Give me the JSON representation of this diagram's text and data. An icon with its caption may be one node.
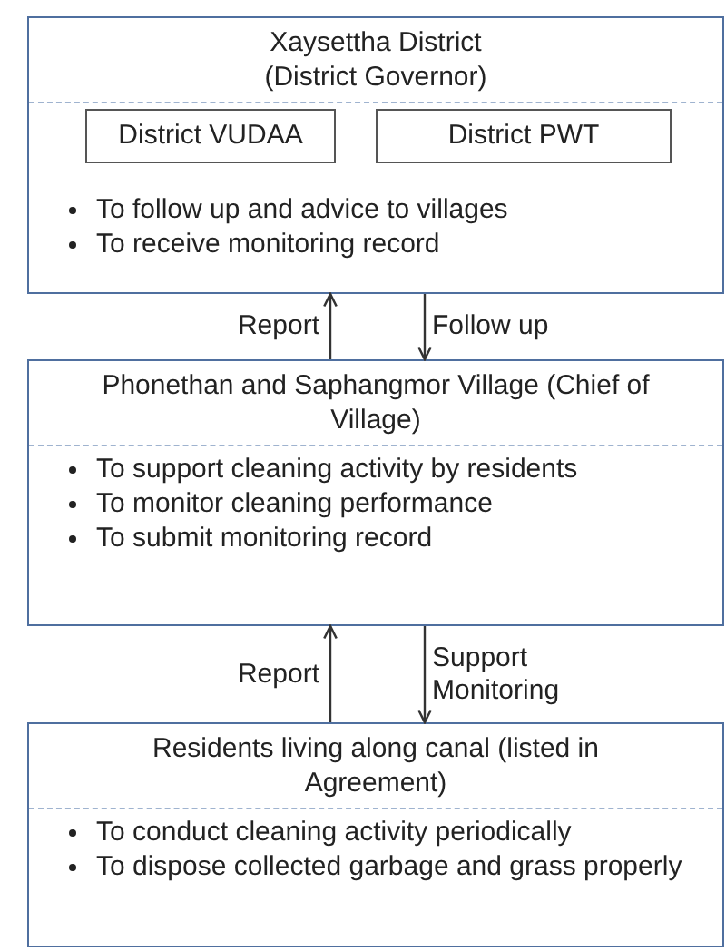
{
  "diagram": {
    "nodes": [
      {
        "text": [
          "Xaysettha District (District Governor)",
          "To follow up and advice to villages",
          "To receive monitoring record"
        ]
      },
      {
        "text": [
          "District VUDAA"
        ],
        "in": 0
      },
      {
        "text": [
          "District PWT"
        ],
        "in": 0
      },
      {
        "text": [
          "Phonethan and Saphangmor Village (Chief of Village)",
          "To support cleaning activity by residents",
          "To monitor cleaning performance",
          "To submit monitoring record"
        ]
      },
      {
        "text": [
          "Residents living along canal (listed in Agreement)",
          "To conduct cleaning activity periodically",
          "To dispose collected garbage and grass properly"
        ]
      }
    ],
    "edges": [
      {
        "from": 3,
        "to": 0,
        "arrow": "to",
        "label": "Report"
      },
      {
        "from": 0,
        "to": 3,
        "arrow": "to",
        "label": "Follow up"
      },
      {
        "from": 4,
        "to": 3,
        "arrow": "to",
        "label": "Report"
      },
      {
        "from": 3,
        "to": 4,
        "arrow": "to",
        "label": "Support Monitoring"
      }
    ]
  }
}
